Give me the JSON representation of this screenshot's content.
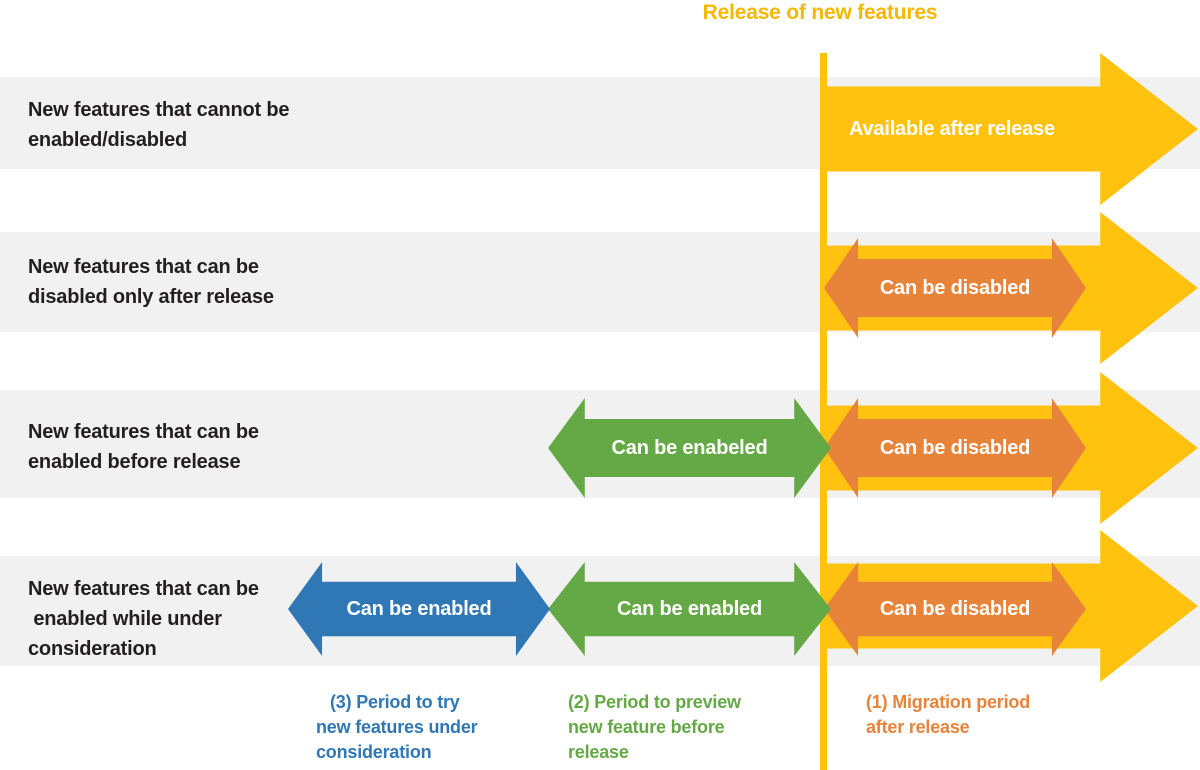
{
  "title": "Release of new features",
  "colors": {
    "release_yellow": "#FFC20E",
    "title_gold": "#F5B800",
    "orange": "#E8833A",
    "green": "#65A947",
    "blue": "#3077B5",
    "band_grey": "#f1f1f1",
    "label_black": "#231f20"
  },
  "rows": [
    {
      "label_lines": [
        "New features that cannot be",
        "enabled/disabled"
      ],
      "arrows": [
        {
          "kind": "available-after-release",
          "label": "Available after release",
          "color": "#FFC20E",
          "direction": "right"
        }
      ]
    },
    {
      "label_lines": [
        "New features that can be",
        "disabled only after release"
      ],
      "arrows": [
        {
          "kind": "available-after-release",
          "label": "",
          "color": "#FFC20E",
          "direction": "right"
        },
        {
          "kind": "can-be-disabled",
          "label": "Can be disabled",
          "color": "#E8833A",
          "direction": "both"
        }
      ]
    },
    {
      "label_lines": [
        "New features that can be",
        "enabled before release"
      ],
      "arrows": [
        {
          "kind": "available-after-release",
          "label": "",
          "color": "#FFC20E",
          "direction": "right"
        },
        {
          "kind": "can-be-disabled",
          "label": "Can be disabled",
          "color": "#E8833A",
          "direction": "both"
        },
        {
          "kind": "can-be-enabled-preview",
          "label": "Can be enabeled",
          "color": "#65A947",
          "direction": "both"
        }
      ]
    },
    {
      "label_lines": [
        "New features that can be",
        " enabled while under",
        "consideration"
      ],
      "arrows": [
        {
          "kind": "available-after-release",
          "label": "",
          "color": "#FFC20E",
          "direction": "right"
        },
        {
          "kind": "can-be-disabled",
          "label": "Can be disabled",
          "color": "#E8833A",
          "direction": "both"
        },
        {
          "kind": "can-be-enabled-preview",
          "label": "Can be enabled",
          "color": "#65A947",
          "direction": "both"
        },
        {
          "kind": "can-be-enabled-trial",
          "label": "Can be enabled",
          "color": "#3077B5",
          "direction": "both"
        }
      ]
    }
  ],
  "arrow_labels": {
    "available_after_release": "Available after release",
    "can_be_disabled": "Can be disabled",
    "can_be_enabeled_r3": "Can be enabeled",
    "can_be_enabled_green_r4": "Can be enabled",
    "can_be_enabled_blue_r4": "Can be enabled"
  },
  "row_labels": {
    "r1l1": "New features that cannot be",
    "r1l2": "enabled/disabled",
    "r2l1": "New features that can be",
    "r2l2": "disabled only after release",
    "r3l1": "New features that can be",
    "r3l2": "enabled before release",
    "r4l1": "New features that can be",
    "r4l2": " enabled while under",
    "r4l3": "consideration"
  },
  "legend": {
    "trial": {
      "lines": [
        "(3) Period to try",
        "new features under",
        "consideration"
      ],
      "color": "#3077B5"
    },
    "preview": {
      "lines": [
        "(2) Period to preview",
        "new feature before",
        "release"
      ],
      "color": "#65A947"
    },
    "migration": {
      "lines": [
        "(1) Migration period",
        "after release"
      ],
      "color": "#E8833A"
    }
  }
}
